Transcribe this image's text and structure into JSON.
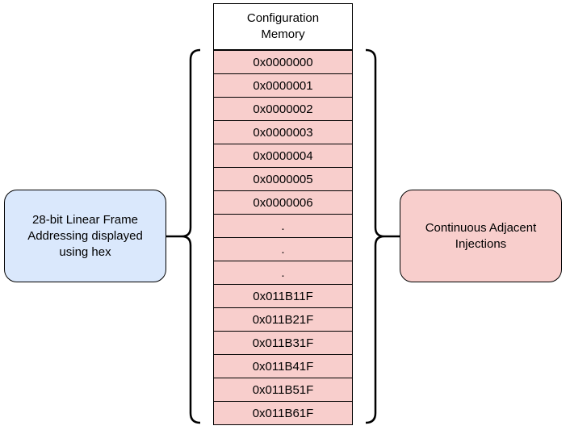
{
  "memory": {
    "header": "Configuration\nMemory",
    "cells": [
      "0x0000000",
      "0x0000001",
      "0x0000002",
      "0x0000003",
      "0x0000004",
      "0x0000005",
      "0x0000006",
      ".",
      ".",
      ".",
      "0x011B11F",
      "0x011B21F",
      "0x011B31F",
      "0x011B41F",
      "0x011B51F",
      "0x011B61F"
    ]
  },
  "left_box": {
    "text": "28-bit Linear Frame\nAddressing displayed\nusing hex",
    "fill": "#dae8fc"
  },
  "right_box": {
    "text": "Continuous Adjacent\nInjections",
    "fill": "#f8cecc"
  },
  "colors": {
    "cell_fill": "#f8cecc",
    "stroke": "#000000"
  }
}
